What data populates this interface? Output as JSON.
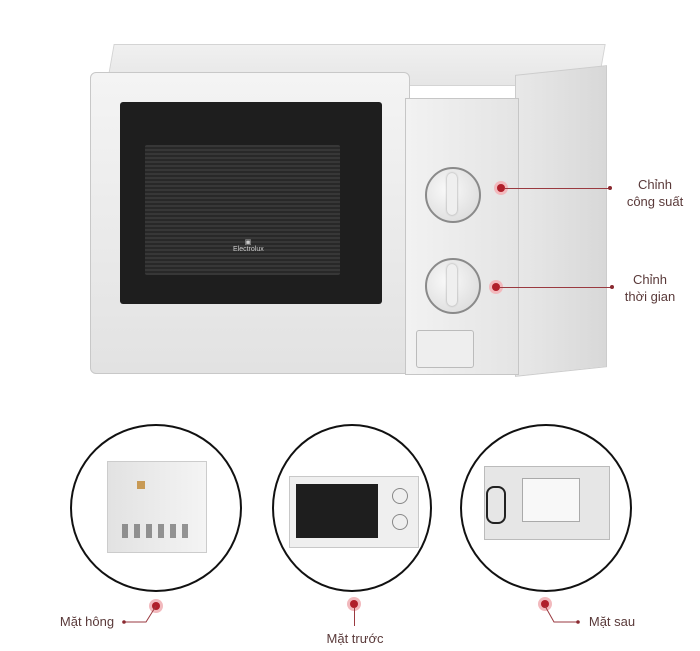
{
  "product": {
    "brand_logo": "Electrolux"
  },
  "callouts": {
    "power": {
      "line1": "Chỉnh",
      "line2": "công suất"
    },
    "timer": {
      "line1": "Chỉnh",
      "line2": "thời gian"
    }
  },
  "views": [
    {
      "label": "Mặt hông"
    },
    {
      "label": "Mặt trước"
    },
    {
      "label": "Mặt sau"
    }
  ],
  "colors": {
    "accent": "#b01f2a",
    "label_text": "#5a3a3a"
  }
}
